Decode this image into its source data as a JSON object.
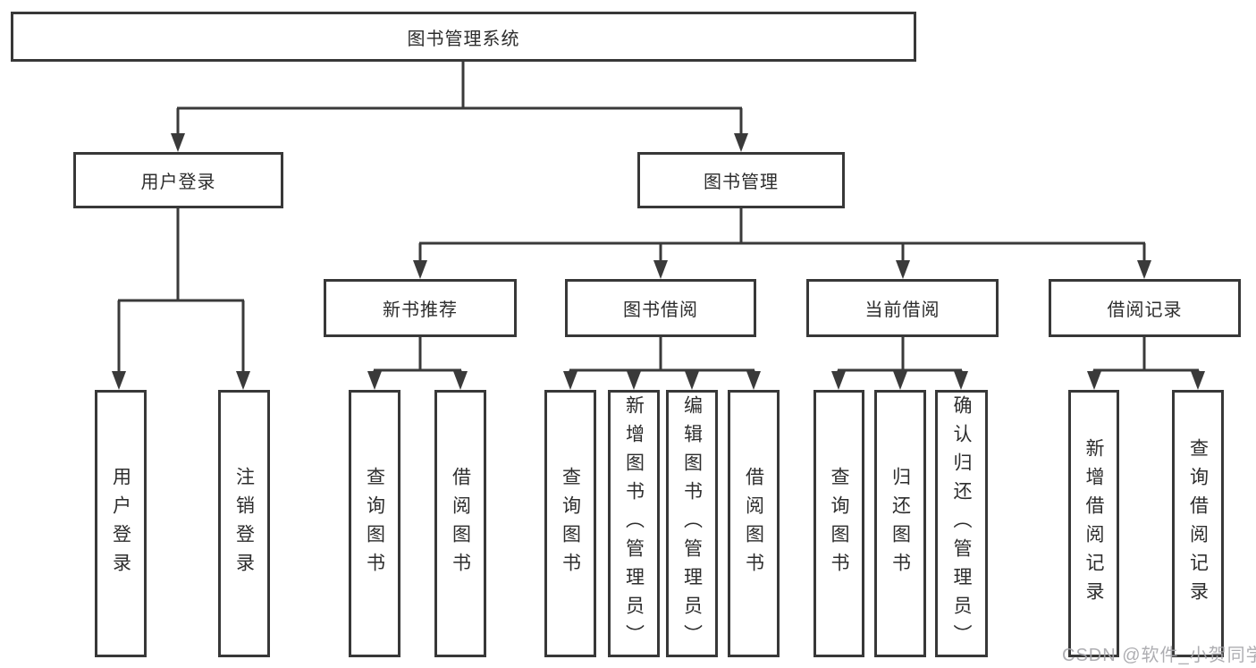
{
  "tree": {
    "root": "图书管理系统",
    "branches": [
      {
        "label": "用户登录",
        "children": [
          "用户登录",
          "注销登录"
        ]
      },
      {
        "label": "图书管理",
        "groups": [
          {
            "label": "新书推荐",
            "children": [
              "查询图书",
              "借阅图书"
            ]
          },
          {
            "label": "图书借阅",
            "children": [
              "查询图书",
              "新增图书（管理员）",
              "编辑图书（管理员）",
              "借阅图书"
            ]
          },
          {
            "label": "当前借阅",
            "children": [
              "查询图书",
              "归还图书",
              "确认归还（管理员）"
            ]
          },
          {
            "label": "借阅记录",
            "children": [
              "新增借阅记录",
              "查询借阅记录"
            ]
          }
        ]
      }
    ]
  },
  "watermark": "CSDN @软件_小贺同学",
  "colors": {
    "line": "#3a3a3a",
    "box_border": "#383838",
    "text": "#2d2d2d",
    "watermark": "#a5a5aa",
    "background": "#ffffff"
  }
}
